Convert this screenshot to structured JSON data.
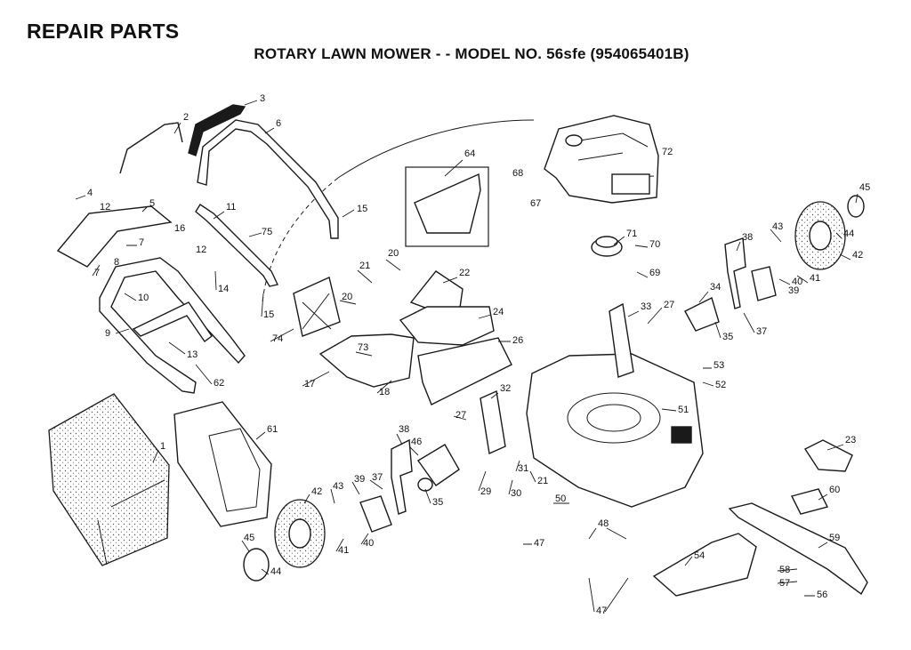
{
  "header": {
    "title": "REPAIR PARTS",
    "subtitle": "ROTARY LAWN MOWER - - MODEL NO. 56sfe (954065401B)"
  },
  "callouts": {
    "c1": "1",
    "c2": "2",
    "c3": "3",
    "c4": "4",
    "c5": "5",
    "c6": "6",
    "c7a": "7",
    "c7b": "7",
    "c8": "8",
    "c9": "9",
    "c10": "10",
    "c11": "11",
    "c12a": "12",
    "c12b": "12",
    "c13": "13",
    "c14": "14",
    "c15a": "15",
    "c15b": "15",
    "c16": "16",
    "c17": "17",
    "c18": "18",
    "c20a": "20",
    "c20b": "20",
    "c21a": "21",
    "c21b": "21",
    "c22": "22",
    "c23": "23",
    "c24": "24",
    "c26": "26",
    "c27a": "27",
    "c27b": "27",
    "c29": "29",
    "c30": "30",
    "c31": "31",
    "c32": "32",
    "c33": "33",
    "c34": "34",
    "c35a": "35",
    "c35b": "35",
    "c37a": "37",
    "c37b": "37",
    "c38a": "38",
    "c38b": "38",
    "c39a": "39",
    "c39b": "39",
    "c40a": "40",
    "c40b": "40",
    "c41a": "41",
    "c41b": "41",
    "c42a": "42",
    "c42b": "42",
    "c43a": "43",
    "c43b": "43",
    "c44a": "44",
    "c44b": "44",
    "c45a": "45",
    "c45b": "45",
    "c46": "46",
    "c47a": "47",
    "c47b": "47",
    "c48": "48",
    "c50": "50",
    "c51": "51",
    "c52": "52",
    "c53": "53",
    "c54": "54",
    "c56": "56",
    "c57": "57",
    "c58": "58",
    "c59": "59",
    "c60": "60",
    "c61": "61",
    "c62": "62",
    "c64": "64",
    "c67": "67",
    "c68": "68",
    "c69": "69",
    "c70": "70",
    "c71": "71",
    "c72": "72",
    "c73": "73",
    "c74": "74",
    "c75": "75"
  }
}
